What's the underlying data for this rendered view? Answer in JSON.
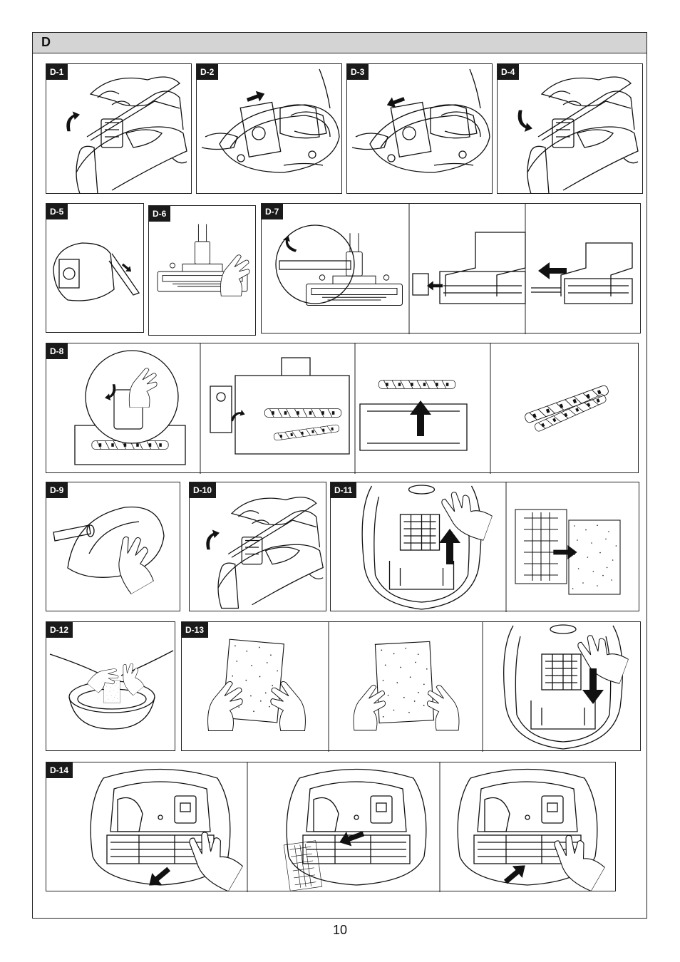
{
  "section": {
    "title": "D"
  },
  "steps": {
    "d1": "D-1",
    "d2": "D-2",
    "d3": "D-3",
    "d4": "D-4",
    "d5": "D-5",
    "d6": "D-6",
    "d7": "D-7",
    "d8": "D-8",
    "d9": "D-9",
    "d10": "D-10",
    "d11": "D-11",
    "d12": "D-12",
    "d13": "D-13",
    "d14": "D-14"
  },
  "icons": {
    "bag_compartment": "vacuum-open-lid-icon",
    "dust_bag": "dust-bag-icon",
    "floor_nozzle": "floor-nozzle-icon",
    "brush_roll": "brush-roll-icon",
    "filter": "filter-icon",
    "arrow": "arrow-icon",
    "hand": "hand-icon",
    "bowl": "water-bowl-icon"
  },
  "footer": {
    "page_number": "10"
  }
}
